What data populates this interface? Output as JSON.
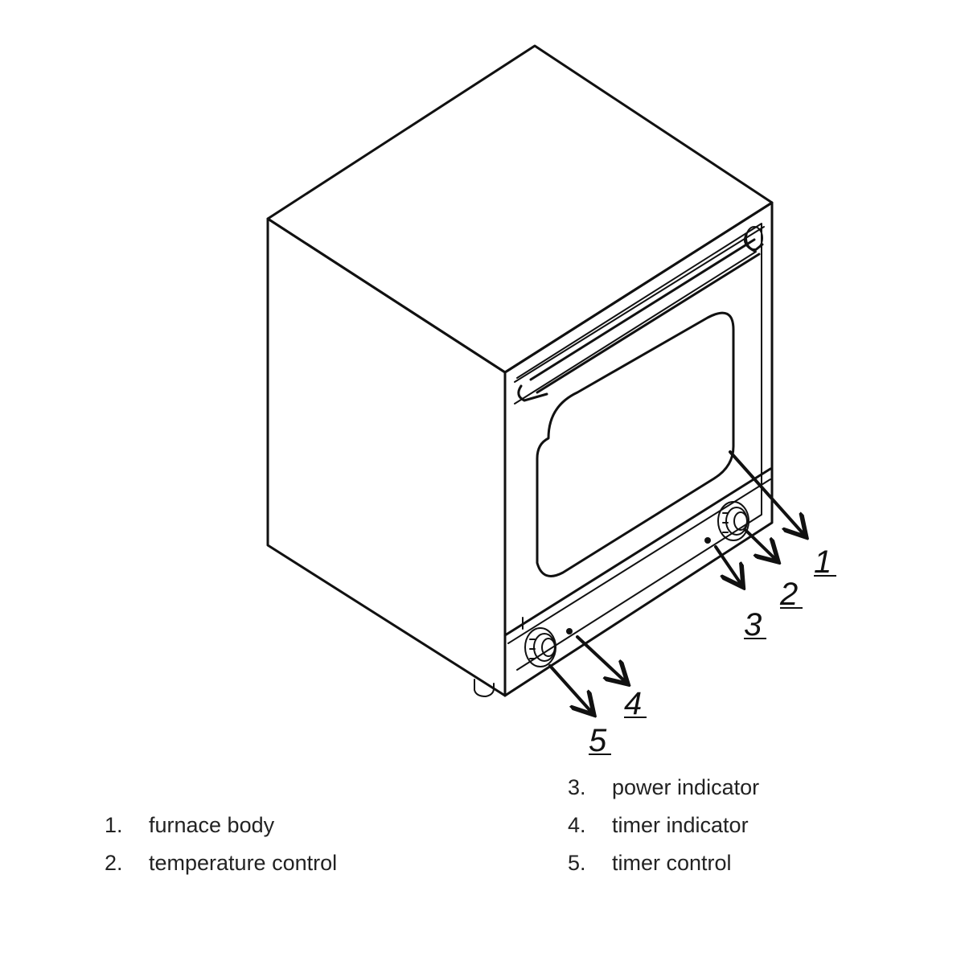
{
  "callouts": [
    "1",
    "2",
    "3",
    "4",
    "5"
  ],
  "legend": [
    {
      "num": "1.",
      "text": "furnace body"
    },
    {
      "num": "2.",
      "text": "temperature control"
    },
    {
      "num": "3.",
      "text": "power indicator"
    },
    {
      "num": "4.",
      "text": "timer indicator"
    },
    {
      "num": "5.",
      "text": "timer control"
    }
  ],
  "colors": {
    "line": "#111111",
    "background": "#ffffff"
  }
}
